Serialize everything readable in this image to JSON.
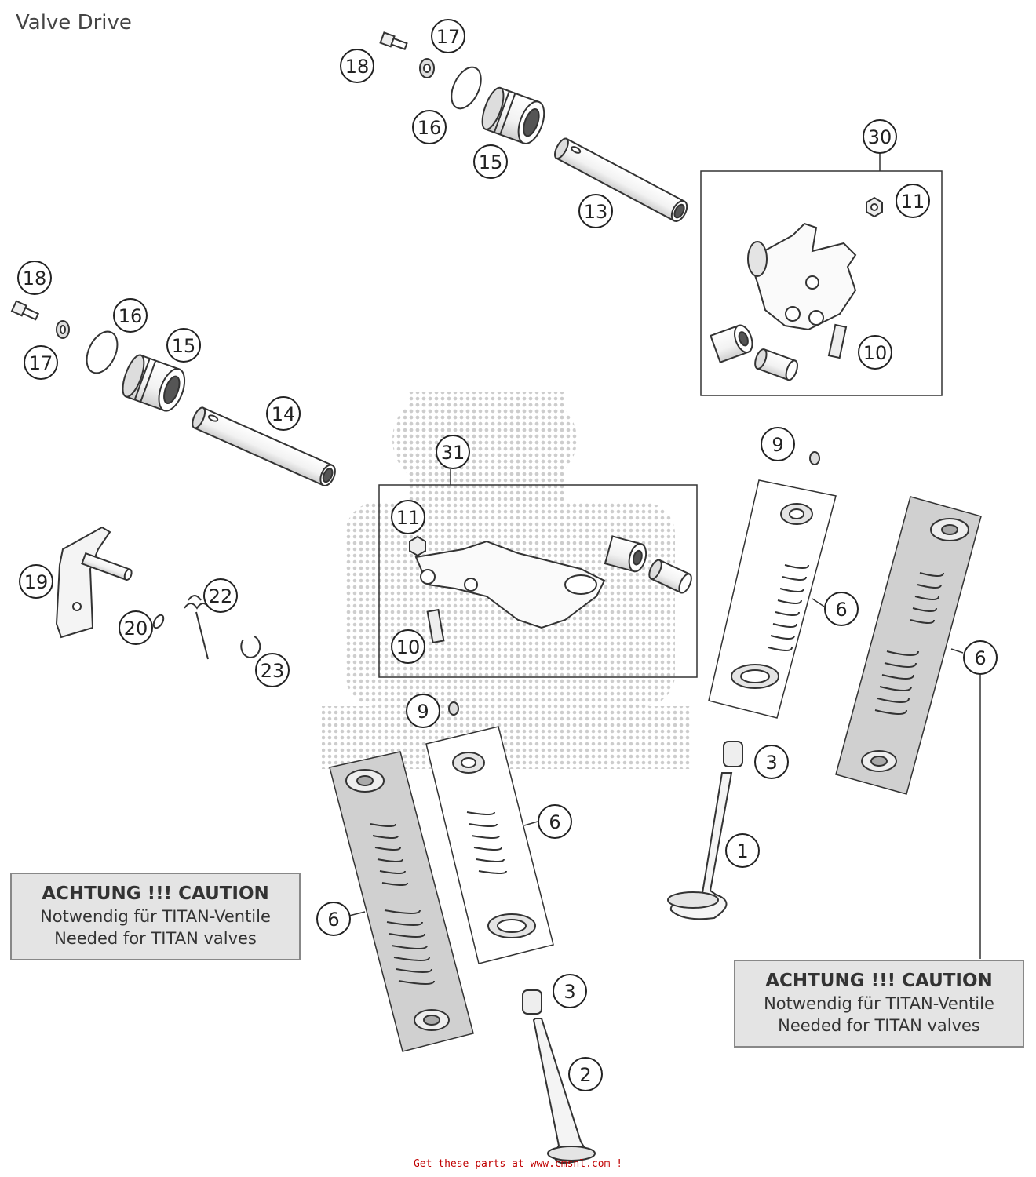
{
  "title": "Valve Drive",
  "callouts": [
    {
      "id": "c-18a",
      "label": "18"
    },
    {
      "id": "c-17a",
      "label": "17"
    },
    {
      "id": "c-16a",
      "label": "16"
    },
    {
      "id": "c-15a",
      "label": "15"
    },
    {
      "id": "c-13",
      "label": "13"
    },
    {
      "id": "c-30",
      "label": "30"
    },
    {
      "id": "c-11a",
      "label": "11"
    },
    {
      "id": "c-10a",
      "label": "10"
    },
    {
      "id": "c-18b",
      "label": "18"
    },
    {
      "id": "c-16b",
      "label": "16"
    },
    {
      "id": "c-17b",
      "label": "17"
    },
    {
      "id": "c-15b",
      "label": "15"
    },
    {
      "id": "c-14",
      "label": "14"
    },
    {
      "id": "c-31",
      "label": "31"
    },
    {
      "id": "c-11b",
      "label": "11"
    },
    {
      "id": "c-10b",
      "label": "10"
    },
    {
      "id": "c-9a",
      "label": "9"
    },
    {
      "id": "c-9b",
      "label": "9"
    },
    {
      "id": "c-19",
      "label": "19"
    },
    {
      "id": "c-20",
      "label": "20"
    },
    {
      "id": "c-22",
      "label": "22"
    },
    {
      "id": "c-23",
      "label": "23"
    },
    {
      "id": "c-6a",
      "label": "6"
    },
    {
      "id": "c-6b",
      "label": "6"
    },
    {
      "id": "c-6c",
      "label": "6"
    },
    {
      "id": "c-6d",
      "label": "6"
    },
    {
      "id": "c-3a",
      "label": "3"
    },
    {
      "id": "c-3b",
      "label": "3"
    },
    {
      "id": "c-1",
      "label": "1"
    },
    {
      "id": "c-2",
      "label": "2"
    }
  ],
  "caution_left": {
    "line1": "ACHTUNG !!! CAUTION",
    "line2": "Notwendig für TITAN-Ventile",
    "line3": "Needed for TITAN valves"
  },
  "caution_right": {
    "line1": "ACHTUNG !!! CAUTION",
    "line2": "Notwendig für TITAN-Ventile",
    "line3": "Needed for TITAN valves"
  },
  "footer": "Get these parts at www.cmsnl.com  !"
}
